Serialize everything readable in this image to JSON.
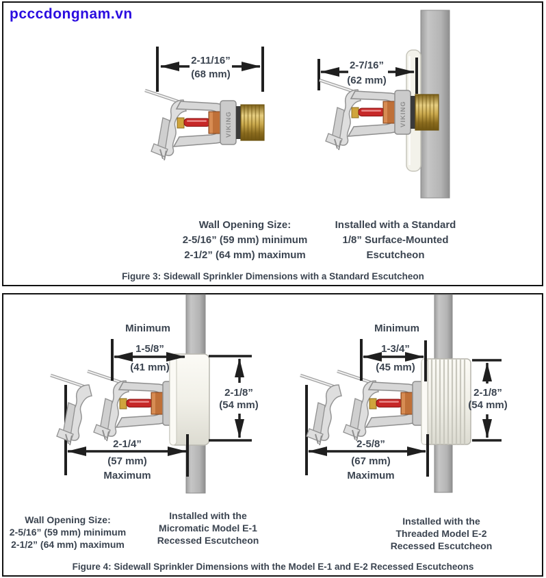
{
  "watermark": {
    "text": "pcccdongnam.vn",
    "color": "#2a0ce0"
  },
  "brand": "VIKING",
  "colors": {
    "text": "#3b4450",
    "line": "#1f1f1f",
    "wall_gray": "#b5b5b5",
    "escutcheon_white": "#f3f2ea",
    "brass": "#c9a84c",
    "bulb_red": "#c62828",
    "copper": "#bf7038",
    "frame_silver": "#d7d7d7"
  },
  "figure3": {
    "caption": "Figure 3:   Sidewall Sprinkler Dimensions with a Standard Escutcheon",
    "left_dim": {
      "inches": "2-11/16”",
      "mm": "(68 mm)"
    },
    "right_dim": {
      "inches": "2-7/16”",
      "mm": "(62 mm)"
    },
    "notes_left": {
      "l1": "Wall Opening Size:",
      "l2": "2-5/16” (59 mm) minimum",
      "l3": "2-1/2” (64 mm) maximum"
    },
    "notes_right": {
      "l1": "Installed with a Standard",
      "l2": "1/8” Surface-Mounted",
      "l3": "Escutcheon"
    }
  },
  "figure4": {
    "caption": "Figure 4:   Sidewall Sprinkler Dimensions with the Model E-1 and E-2 Recessed Escutcheons",
    "left": {
      "min_label": "Minimum",
      "min_in": "1-5/8”",
      "min_mm": "(41 mm)",
      "depth_in": "2-1/8”",
      "depth_mm": "(54 mm)",
      "max_in": "2-1/4”",
      "max_mm": "(57 mm)",
      "max_label": "Maximum"
    },
    "right": {
      "min_label": "Minimum",
      "min_in": "1-3/4”",
      "min_mm": "(45 mm)",
      "depth_in": "2-1/8”",
      "depth_mm": "(54 mm)",
      "max_in": "2-5/8”",
      "max_mm": "(67 mm)",
      "max_label": "Maximum"
    },
    "notes_left": {
      "l1": "Wall Opening Size:",
      "l2": "2-5/16” (59 mm) minimum",
      "l3": "2-1/2” (64 mm) maximum"
    },
    "notes_mid": {
      "l1": "Installed with the",
      "l2": "Micromatic Model E-1",
      "l3": "Recessed Escutcheon"
    },
    "notes_right": {
      "l1": "Installed with the",
      "l2": "Threaded Model E-2",
      "l3": "Recessed Escutcheon"
    }
  }
}
